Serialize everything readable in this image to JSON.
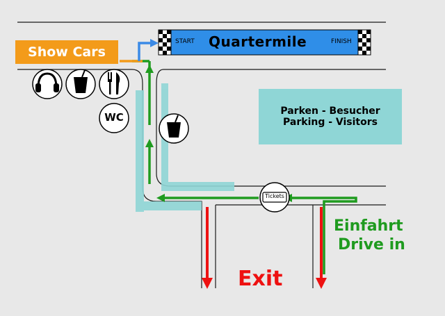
{
  "labels": {
    "show_cars": "Show Cars",
    "quartermile": "Quartermile",
    "start": "START",
    "finish": "FINISH",
    "parking_de": "Parken - Besucher",
    "parking_en": "Parking - Visitors",
    "tickets": "Tickets",
    "wc": "WC",
    "entry_de": "Einfahrt",
    "entry_en": "Drive in",
    "exit": "Exit"
  },
  "icons": [
    "headphones-icon",
    "drink-icon",
    "cutlery-icon",
    "wc-icon",
    "drink-icon-2",
    "ticket-icon"
  ],
  "colors": {
    "background": "#e8e8e8",
    "road_line": "#1a1a1a",
    "entry_green": "#1f9b1f",
    "exit_red": "#ee1111",
    "show_cars_orange": "#f39b1a",
    "quartermile_blue": "#2f8ee8",
    "parking_cyan": "#8fd6d6",
    "path_highlight": "#8fd6d6",
    "arrow_blue": "#3b8ae6"
  }
}
